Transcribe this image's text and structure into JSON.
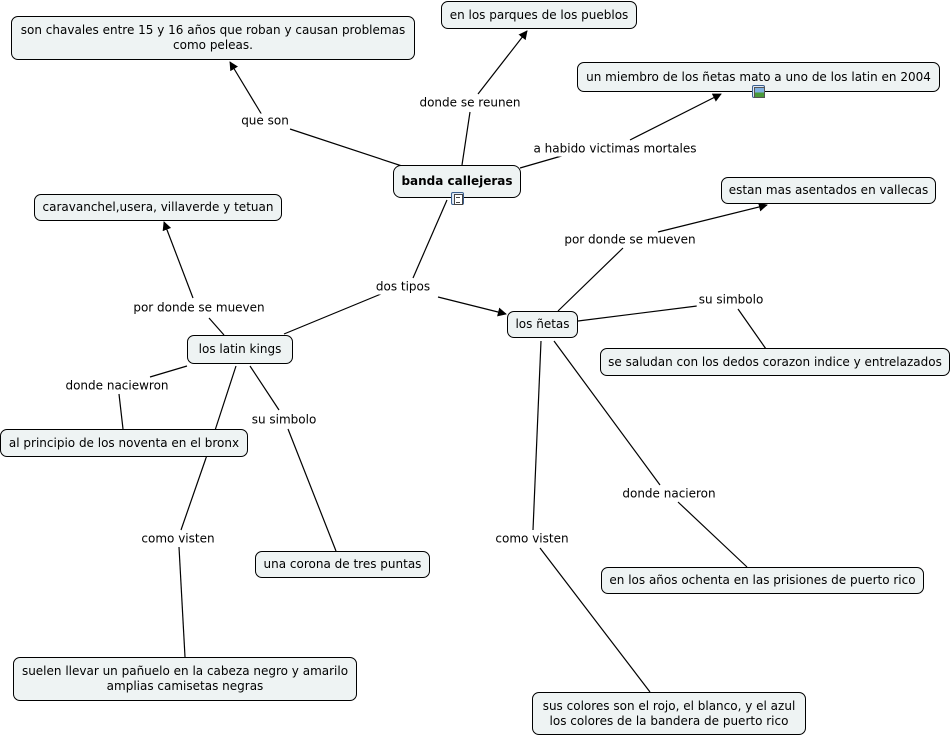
{
  "concepts": {
    "banda_callejeras": "banda callejeras",
    "son_chavales": [
      "son chavales entre 15 y 16 años que roban y causan problemas",
      "como peleas."
    ],
    "parques": "en los parques de los pueblos",
    "miembro": "un miembro de los ñetas mato a uno de los latin en 2004",
    "caravanchel": "caravanchel,usera, villaverde y tetuan",
    "asentados": "estan mas asentados en vallecas",
    "latin_kings": "los latin kings",
    "netas": "los ñetas",
    "saludan": "se saludan con los dedos corazon indice y entrelazados",
    "principio": "al principio de los noventa en el bronx",
    "corona": "una corona de tres puntas",
    "anos_ochenta": "en los años ochenta en las prisiones de puerto rico",
    "panuelo": [
      "suelen llevar un pañuelo en la cabeza negro y amarilo",
      "amplias camisetas negras"
    ],
    "colores": [
      "sus colores son el rojo, el blanco, y el azul",
      "los colores de la bandera de puerto rico"
    ]
  },
  "linking_phrases": {
    "que_son": "que son",
    "donde_se_reunen": "donde se reunen",
    "victimas": "a habido victimas mortales",
    "dos_tipos": "dos tipos",
    "lk_por_donde": "por donde se mueven",
    "ne_por_donde": "por donde se mueven",
    "lk_naciewron": "donde naciewron",
    "lk_simbolo": "su simbolo",
    "ne_simbolo": "su simbolo",
    "ne_nacieron": "donde nacieron",
    "lk_visten": "como visten",
    "ne_visten": "como visten"
  },
  "resource_icons": {
    "banda_callejeras": "document-icon",
    "miembro": "image-icon"
  },
  "colors": {
    "node_fill": "#eef3f3",
    "node_border": "#000000",
    "link": "#000000"
  }
}
